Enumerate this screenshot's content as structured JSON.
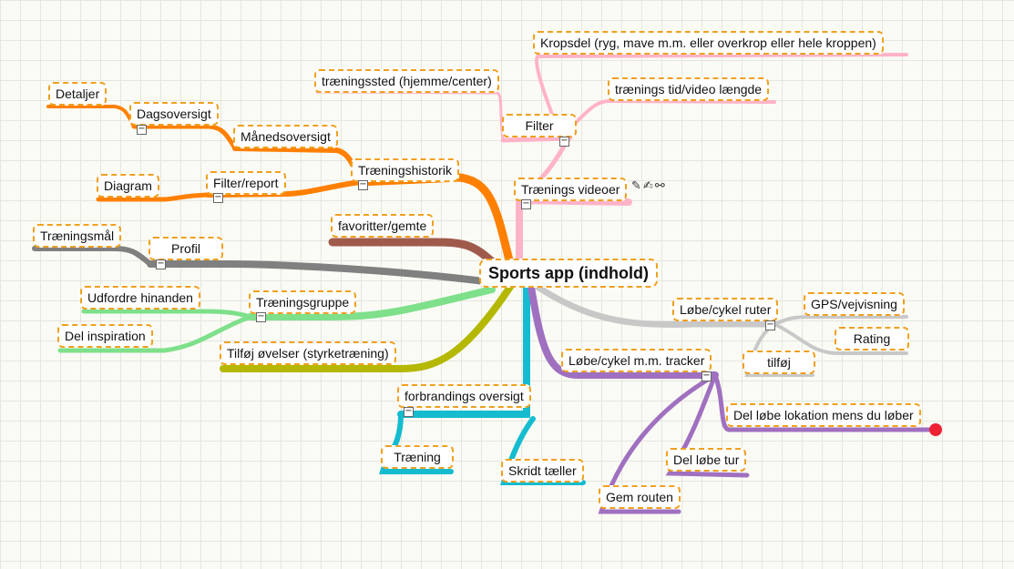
{
  "colors": {
    "orange": "#ff8000",
    "pink": "#ffb3c8",
    "brown": "#a05a4c",
    "grey": "#808080",
    "green": "#7ee08a",
    "olive": "#b5b800",
    "cyan": "#15bcd0",
    "purple": "#a070c0",
    "lightgrey": "#c8c8c8",
    "node_border": "#f0a020",
    "marker": "#ee2233"
  },
  "root": {
    "label": "Sports app (indhold)"
  },
  "nodes": {
    "detaljer": "Detaljer",
    "dagsoversigt": "Dagsoversigt",
    "maanedsoversigt": "Månedsoversigt",
    "traeningshistorik": "Træningshistorik",
    "diagram": "Diagram",
    "filter_report": "Filter/report",
    "traeningssted": "træningssted (hjemme/center)",
    "filter": "Filter",
    "kropsdel": "Kropsdel (ryg, mave m.m. eller overkrop eller hele kroppen)",
    "traenings_tid": "trænings tid/video længde",
    "traenings_videoer": "Trænings videoer",
    "favoritter": "favoritter/gemte",
    "traeningsmaal": "Træningsmål",
    "profil": "Profil",
    "udfordre": "Udfordre hinanden",
    "traeningsgruppe": "Træningsgruppe",
    "del_inspiration": "Del inspiration",
    "tilfoej_oevelser": "Tilføj øvelser (styrketræning)",
    "loebe_cykel_ruter": "Løbe/cykel ruter",
    "gps": "GPS/vejvisning",
    "rating": "Rating",
    "tilfoej": "tilføj",
    "tracker": "Løbe/cykel m.m. tracker",
    "del_lokation": "Del løbe lokation mens du løber",
    "del_loebe_tur": "Del løbe tur",
    "gem_routen": "Gem routen",
    "forbrandings": "forbrandings oversigt",
    "traening": "Træning",
    "skridt": "Skridt tæller"
  },
  "toggle_symbol": "−",
  "icons": [
    "paperclip-icon",
    "edit-icon",
    "link-icon"
  ],
  "icon_glyphs": {
    "paperclip": "✎",
    "edit": "✍",
    "link": "⚯"
  }
}
